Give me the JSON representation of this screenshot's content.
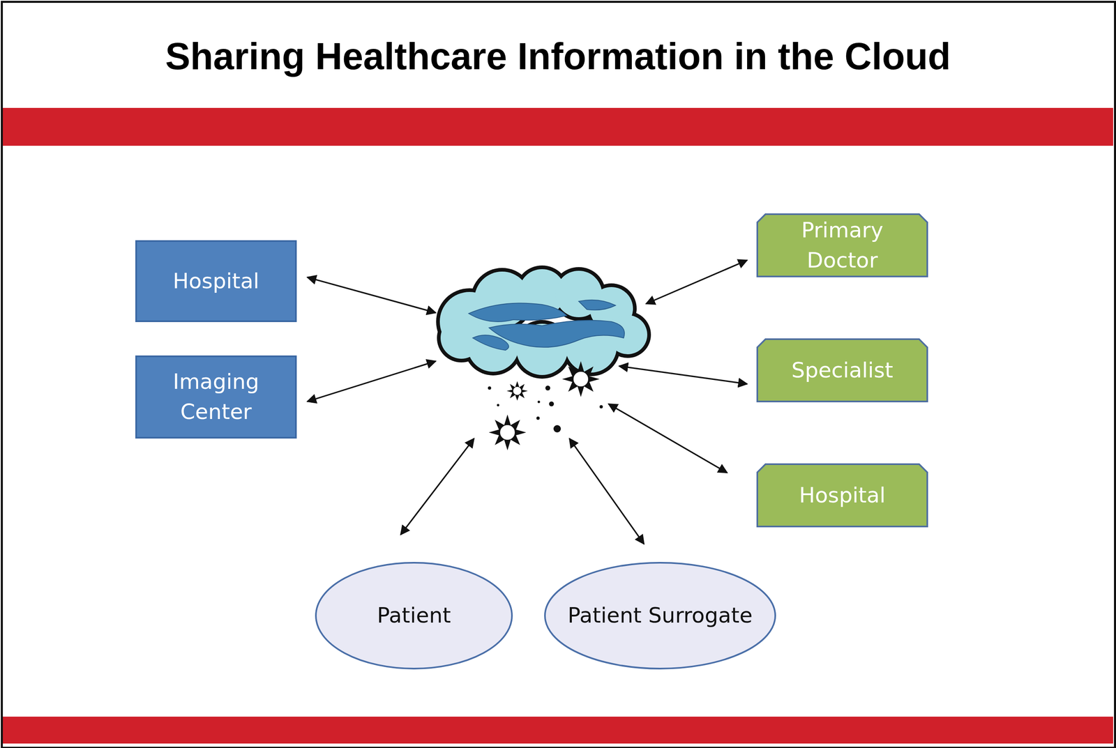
{
  "diagram": {
    "title": "Sharing Healthcare Information in the Cloud",
    "nodes": [
      {
        "text": [
          "Hospital"
        ]
      },
      {
        "text": [
          "Imaging Center"
        ]
      },
      {
        "text": [
          "Primary Doctor"
        ]
      },
      {
        "text": [
          "Specialist"
        ]
      },
      {
        "text": [
          "Hospital"
        ]
      },
      {
        "text": [
          "Patient"
        ]
      },
      {
        "text": [
          "Patient Surrogate"
        ]
      }
    ]
  }
}
